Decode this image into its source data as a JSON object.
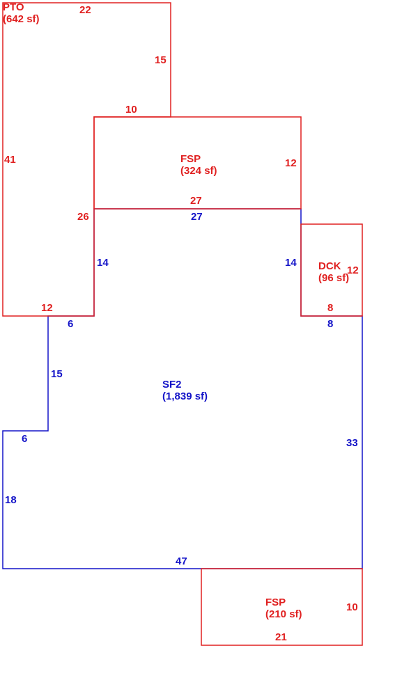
{
  "colors": {
    "accessory": "#e02020",
    "living": "#1414c8",
    "background": "#ffffff"
  },
  "areas": {
    "pto": {
      "code": "PTO",
      "area": "(642 sf)"
    },
    "fsp_top": {
      "code": "FSP",
      "area": "(324 sf)"
    },
    "dck": {
      "code": "DCK",
      "area": "(96 sf)"
    },
    "sf2": {
      "code": "SF2",
      "area": "(1,839 sf)"
    },
    "fsp_bottom": {
      "code": "FSP",
      "area": "(210 sf)"
    }
  },
  "dims": {
    "pto_top": "22",
    "pto_right_upper": "15",
    "pto_step": "10",
    "pto_left": "41",
    "pto_right_lower": "26",
    "pto_bottom": "12",
    "fsp_top_right": "12",
    "fsp_top_bottom": "27",
    "sf2_top": "27",
    "sf2_upper_left": "14",
    "sf2_upper_right": "14",
    "dck_right": "12",
    "dck_bottom": "8",
    "sf2_notch_right": "8",
    "sf2_step_a": "6",
    "sf2_step_vertical": "15",
    "sf2_step_b": "6",
    "sf2_left": "18",
    "sf2_right": "33",
    "sf2_bottom": "47",
    "fsp_bottom_right": "10",
    "fsp_bottom_bottom": "21"
  }
}
